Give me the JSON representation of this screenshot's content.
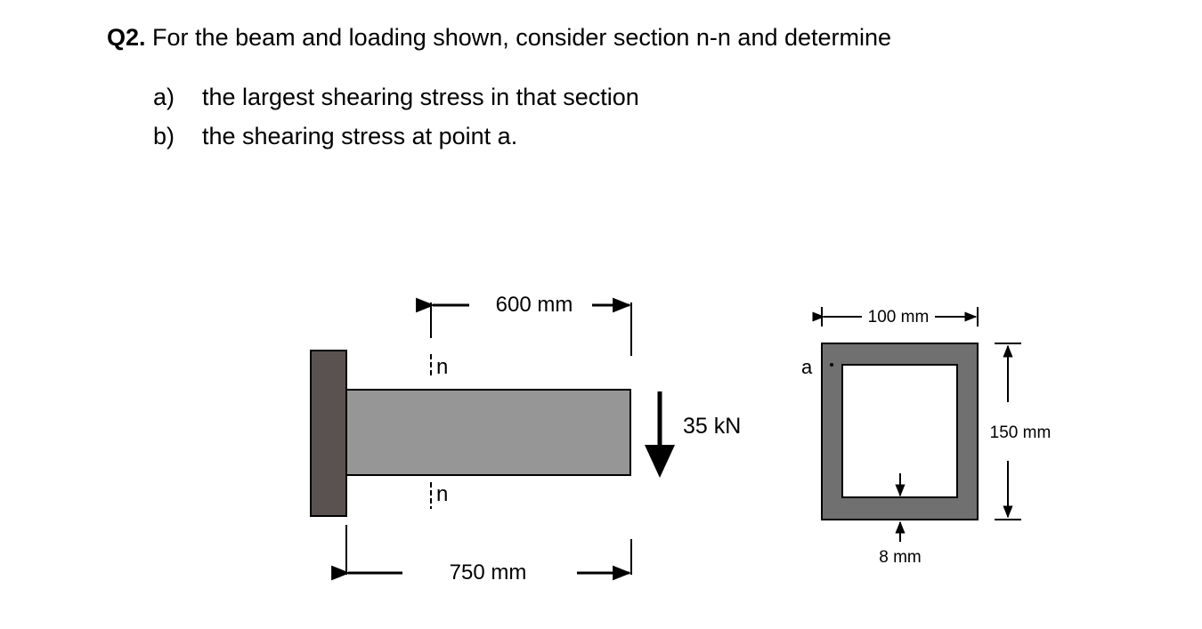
{
  "question": {
    "number": "Q2.",
    "prompt": "For the beam and loading shown, consider section n-n and determine",
    "parts": [
      {
        "letter": "a)",
        "text": "the largest shearing stress in that section"
      },
      {
        "letter": "b)",
        "text": "the shearing stress at point a."
      }
    ]
  },
  "beam_figure": {
    "dim_top_label": "600 mm",
    "dim_bottom_label": "750 mm",
    "section_label_top": "n",
    "section_label_bottom": "n",
    "load_label": "35 kN"
  },
  "cross_section": {
    "width_label": "100 mm",
    "height_label": "150 mm",
    "thickness_label": "8 mm",
    "point_label": "a"
  },
  "colors": {
    "wall": "#5a5250",
    "beam": "#969696",
    "section_wall": "#707070"
  }
}
